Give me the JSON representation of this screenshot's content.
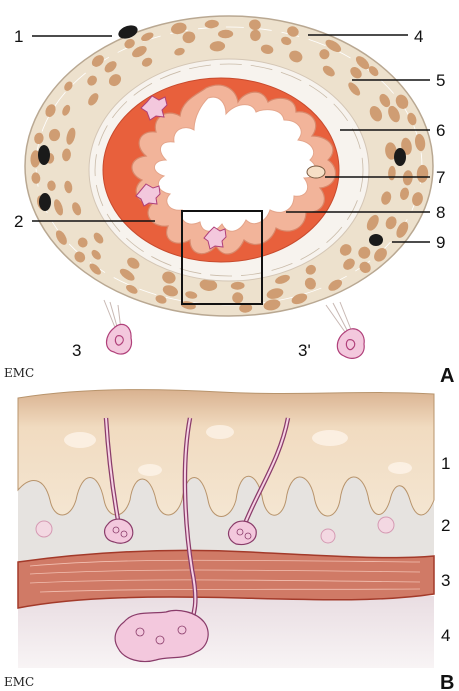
{
  "figure_a": {
    "panel_label": "A",
    "watermark": "EMC",
    "labels": [
      "1",
      "2",
      "3",
      "3'",
      "4",
      "5",
      "6",
      "7",
      "8",
      "9"
    ]
  },
  "figure_b": {
    "panel_label": "B",
    "watermark": "EMC",
    "layer_labels": [
      "1",
      "2",
      "3",
      "4"
    ]
  },
  "colors": {
    "outer_ring": "#ede1cd",
    "fibers": "#cf9d73",
    "muscle_red": "#e8603c",
    "mucosa_pink": "#f2b49a",
    "lumen": "#ffffff",
    "ganglion": "#f3c8dd",
    "ganglion_outline": "#b0407a",
    "mucosa_b": "#e8c9a5",
    "submucosa_b": "#e6e3e0",
    "muscularis_b": "#d07a66",
    "serosa_b": "#efe7ea"
  },
  "icons": [
    "ganglion-cell-icon",
    "nerve-fiber-icon",
    "blood-vessel-icon"
  ]
}
